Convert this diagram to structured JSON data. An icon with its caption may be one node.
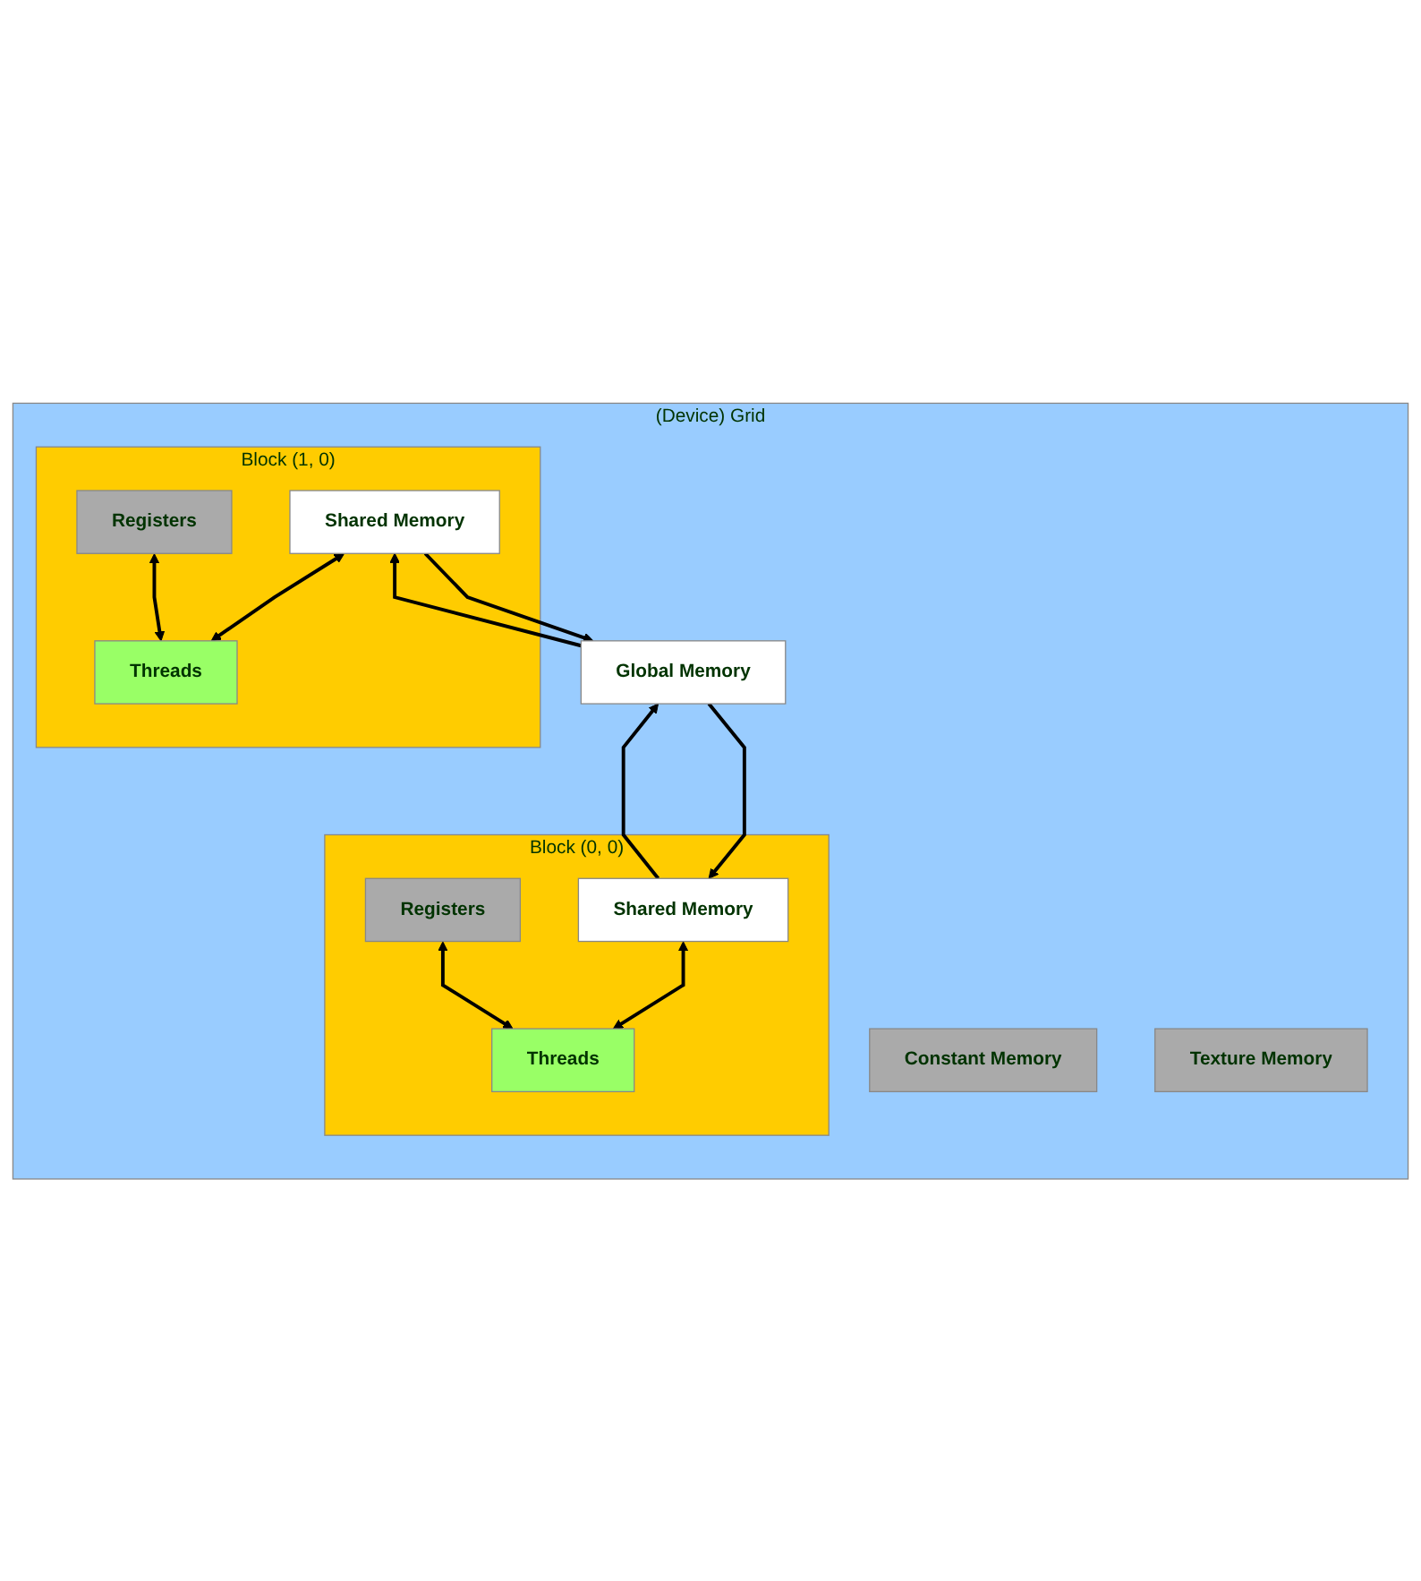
{
  "diagram": {
    "nodes": [
      {
        "text": [
          "(Device) Grid"
        ]
      },
      {
        "text": [
          "Block (0, 0)"
        ],
        "in": 0
      },
      {
        "text": [
          "Shared Memory"
        ],
        "in": 1
      },
      {
        "text": [
          "Registers"
        ],
        "in": 1
      },
      {
        "text": [
          "Threads"
        ],
        "in": 1
      },
      {
        "text": [
          "Block (1, 0)"
        ],
        "in": 0
      },
      {
        "text": [
          "Shared Memory"
        ],
        "in": 5
      },
      {
        "text": [
          "Registers"
        ],
        "in": 5
      },
      {
        "text": [
          "Threads"
        ],
        "in": 5
      },
      {
        "text": [
          "Global Memory"
        ],
        "in": 0
      },
      {
        "text": [
          "Constant Memory"
        ],
        "in": 0
      },
      {
        "text": [
          "Texture Memory"
        ],
        "in": 0
      }
    ],
    "edges": [
      {
        "from": 2,
        "to": 4,
        "arrow": "both"
      },
      {
        "from": 3,
        "to": 4,
        "arrow": "both"
      },
      {
        "from": 9,
        "to": 2,
        "arrow": "to"
      },
      {
        "from": 2,
        "to": 9,
        "arrow": "to"
      },
      {
        "from": 6,
        "to": 8,
        "arrow": "both"
      },
      {
        "from": 7,
        "to": 8,
        "arrow": "both"
      },
      {
        "from": 9,
        "to": 6,
        "arrow": "to"
      },
      {
        "from": 6,
        "to": 9,
        "arrow": "to"
      }
    ]
  }
}
